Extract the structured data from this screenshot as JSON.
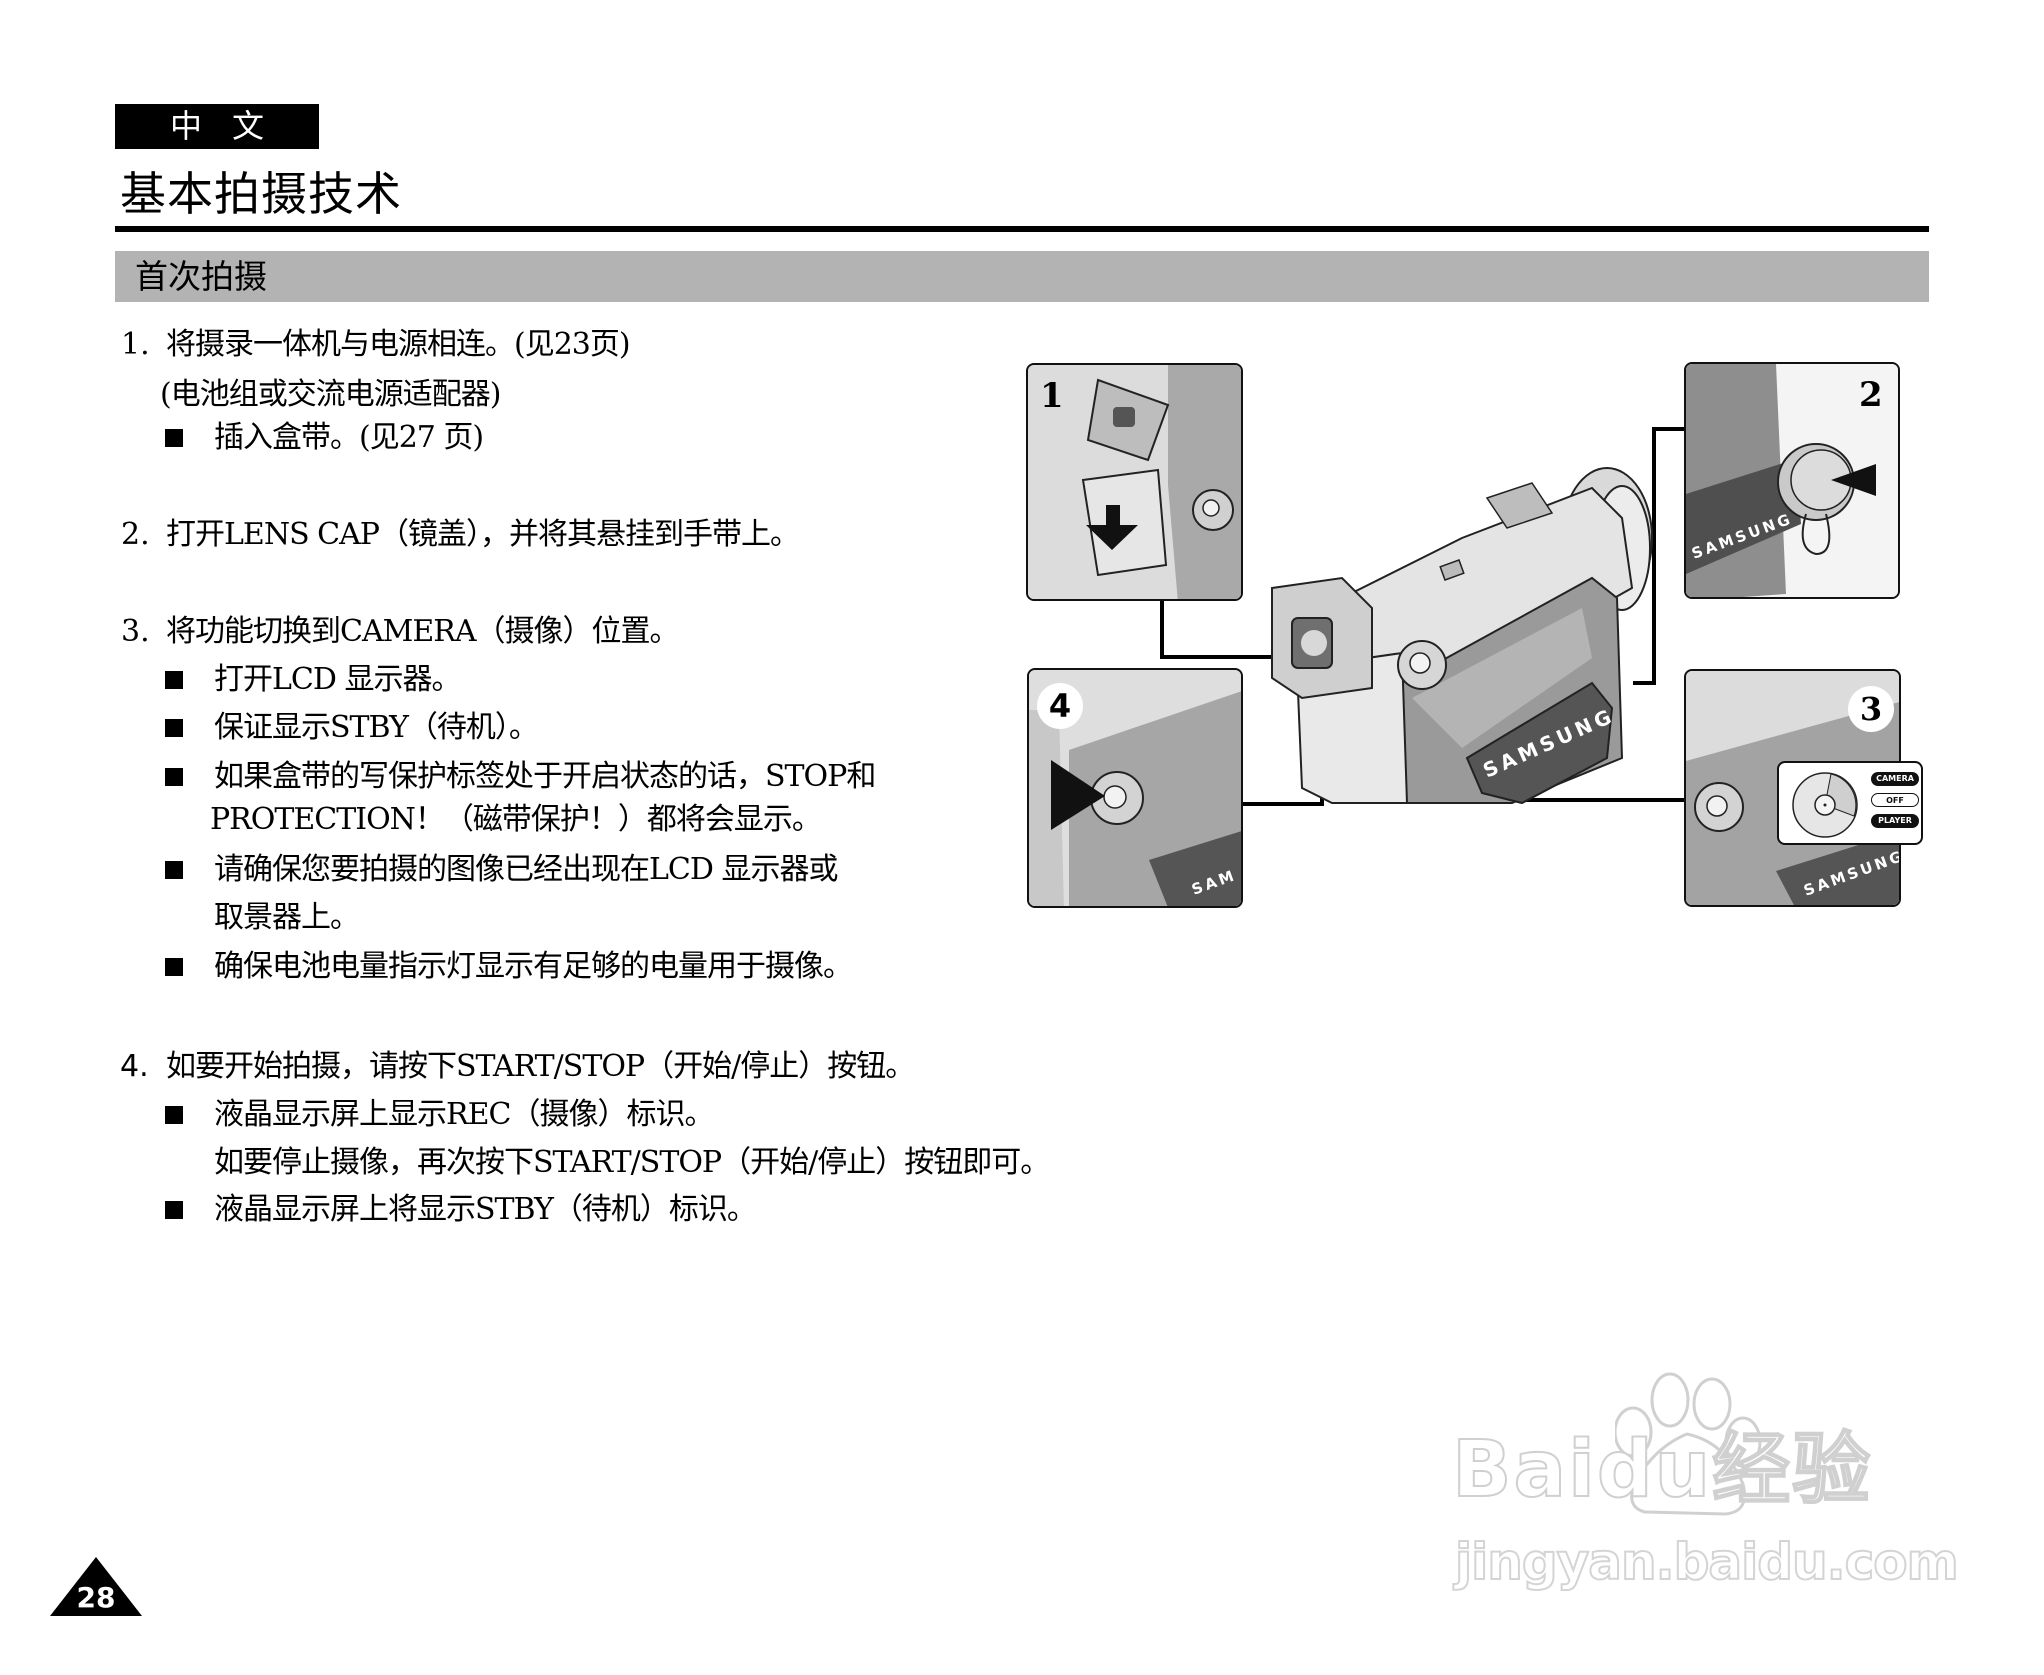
{
  "header": {
    "language_tag": "中文",
    "page_title": "基本拍摄技术",
    "section_title": "首次拍摄"
  },
  "steps": [
    {
      "number": "1.",
      "lines": [
        "将摄录一体机与电源相连。(见23页)",
        "(电池组或交流电源适配器)"
      ],
      "bullets": [
        {
          "lines": [
            "插入盒带。(见27 页)"
          ]
        }
      ]
    },
    {
      "number": "2.",
      "lines": [
        "打开LENS CAP（镜盖），并将其悬挂到手带上。"
      ],
      "bullets": []
    },
    {
      "number": "3.",
      "lines": [
        "将功能切换到CAMERA（摄像）位置。"
      ],
      "bullets": [
        {
          "lines": [
            "打开LCD 显示器。"
          ]
        },
        {
          "lines": [
            "保证显示STBY（待机）。"
          ]
        },
        {
          "lines": [
            "如果盒带的写保护标签处于开启状态的话，STOP和",
            "PROTECTION！（磁带保护！）都将会显示。"
          ]
        },
        {
          "lines": [
            "请确保您要拍摄的图像已经出现在LCD 显示器或",
            "取景器上。"
          ]
        },
        {
          "lines": [
            "确保电池电量指示灯显示有足够的电量用于摄像。"
          ]
        }
      ]
    },
    {
      "number": "4.",
      "lines": [
        "如要开始拍摄，请按下START/STOP（开始/停止）按钮。"
      ],
      "bullets": [
        {
          "lines": [
            "液晶显示屏上显示REC（摄像）标识。",
            "如要停止摄像，再次按下START/STOP（开始/停止）按钮即可。"
          ]
        },
        {
          "lines": [
            "液晶显示屏上将显示STBY（待机）标识。"
          ]
        }
      ]
    }
  ],
  "illustration": {
    "panels": [
      {
        "label": "1",
        "depicts": "battery-insert"
      },
      {
        "label": "2",
        "depicts": "lens-cap"
      },
      {
        "label": "3",
        "depicts": "mode-dial"
      },
      {
        "label": "4",
        "depicts": "start-stop-button"
      }
    ],
    "brand_text": "SAMSUNG",
    "mode_dial": {
      "options": [
        "CAMERA",
        "OFF",
        "PLAYER"
      ]
    }
  },
  "footer": {
    "page_number": "28"
  },
  "watermark": {
    "main": "Baidu经验",
    "url": "jingyan.baidu.com"
  },
  "colors": {
    "section_bar": "#b3b3b3",
    "ink": "#000000",
    "illustration_gray": "#cfcfcf",
    "watermark_outline": "#d0d0d0"
  }
}
